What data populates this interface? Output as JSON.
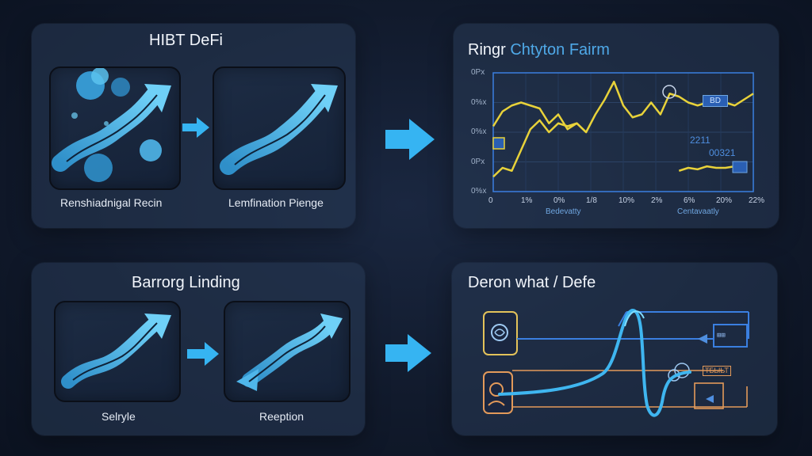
{
  "panels": {
    "top_left": {
      "title": "HIBT DeFi",
      "left_card_label": "Renshiadnigal Recin",
      "right_card_label": "Lemfination Pienge"
    },
    "top_right": {
      "title_main": "Ringr",
      "title_accent": "Chtyton Fairm",
      "badge": "BD",
      "annotation_1": "2211",
      "annotation_2": "00321"
    },
    "bottom_left": {
      "title": "Barrorg Linding",
      "left_card_label": "Selryle",
      "right_card_label": "Reeption"
    },
    "bottom_right": {
      "title": "Deron what / Defe",
      "chip_label": "ТБЫЬТ"
    }
  },
  "chart_data": {
    "type": "line",
    "title": "Ringr Chtyton Fairm",
    "xlabel_left": "Bedevatty",
    "xlabel_right": "Centavaatly",
    "y_ticks": [
      "0Px",
      "0%x",
      "0%x",
      "0Px",
      "0%x"
    ],
    "x_ticks": [
      "0",
      "1%",
      "0%",
      "1/8",
      "10%",
      "2%",
      "6%",
      "20%",
      "22%"
    ],
    "ylim": [
      0,
      4
    ],
    "grid": true,
    "series": [
      {
        "color": "#e8d23a",
        "x": [
          0,
          0.3,
          0.6,
          0.9,
          1.2,
          1.5,
          1.8,
          2.1,
          2.4,
          2.7,
          3.0,
          3.3,
          3.6,
          3.9,
          4.2,
          4.5,
          4.8,
          5.1,
          5.4,
          5.7,
          6.0,
          6.3,
          6.6,
          6.9,
          7.2,
          7.5,
          7.8,
          8.1,
          8.4
        ],
        "values": [
          2.2,
          2.7,
          2.9,
          3.0,
          2.9,
          2.8,
          2.3,
          2.6,
          2.1,
          2.3,
          2.0,
          2.6,
          3.1,
          3.7,
          2.9,
          2.5,
          2.6,
          3.0,
          2.6,
          3.3,
          3.2,
          3.0,
          2.9,
          3.0,
          2.95,
          3.0,
          2.9,
          3.1,
          3.3
        ]
      },
      {
        "color": "#e8d23a",
        "x": [
          0,
          0.3,
          0.6,
          0.9,
          1.2,
          1.5,
          1.8,
          2.1,
          2.4,
          2.7,
          3.0
        ],
        "values": [
          0.5,
          0.8,
          0.7,
          1.4,
          2.1,
          2.4,
          2.0,
          2.3,
          2.2,
          2.3,
          2.0
        ]
      },
      {
        "color": "#e8d23a",
        "x": [
          6.0,
          6.3,
          6.6,
          6.9,
          7.2,
          7.5,
          7.8,
          8.1
        ],
        "values": [
          0.7,
          0.8,
          0.75,
          0.85,
          0.8,
          0.8,
          0.85,
          0.9
        ]
      }
    ]
  },
  "colors": {
    "accent_blue": "#4fa9e8",
    "arrow_blue": "#36b4f2",
    "line_yellow": "#e8d23a",
    "panel_bg": "#28395a",
    "outline_orange": "#e39a5a"
  },
  "icons": [
    "arrow-right-icon",
    "rising-arrow-icon",
    "sphere-icon",
    "brain-icon",
    "person-icon",
    "plug-icon"
  ]
}
